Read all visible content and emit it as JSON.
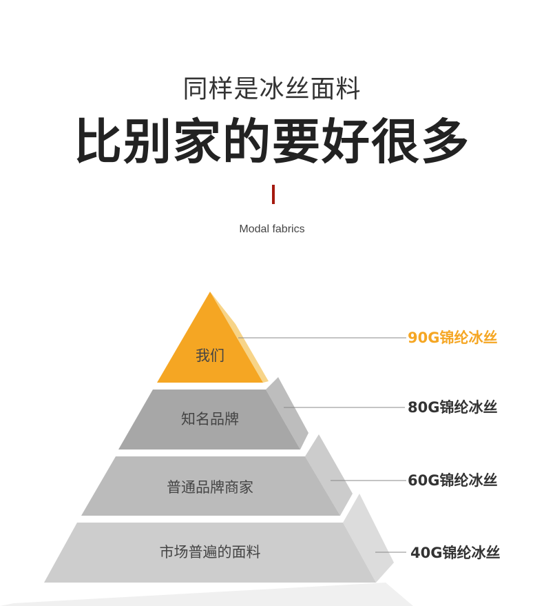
{
  "header": {
    "subtitle": "同样是冰丝面料",
    "headline": "比别家的要好很多",
    "accent_color": "#a5190f",
    "caption": "Modal fabrics"
  },
  "pyramid": {
    "tiers": [
      {
        "label": "我们",
        "grade": "90G锦纶冰丝",
        "color": "#f5a623"
      },
      {
        "label": "知名品牌",
        "grade": "80G锦纶冰丝",
        "color": "#a8a8a8"
      },
      {
        "label": "普通品牌商家",
        "grade": "60G锦纶冰丝",
        "color": "#bdbdbd"
      },
      {
        "label": "市场普遍的面料",
        "grade": "40G锦纶冰丝",
        "color": "#cfcfcf"
      }
    ]
  }
}
